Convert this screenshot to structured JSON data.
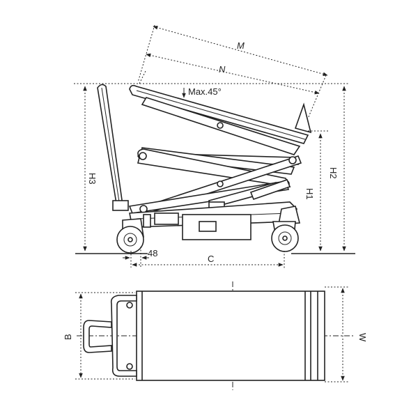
{
  "labels": {
    "M": "M",
    "N": "N",
    "angle": "Max.45°",
    "H1": "H1",
    "H2": "H2",
    "H3": "H3",
    "offset": "48",
    "C": "C",
    "B": "B",
    "W": "W"
  },
  "colors": {
    "line": "#222222",
    "background": "#ffffff"
  }
}
